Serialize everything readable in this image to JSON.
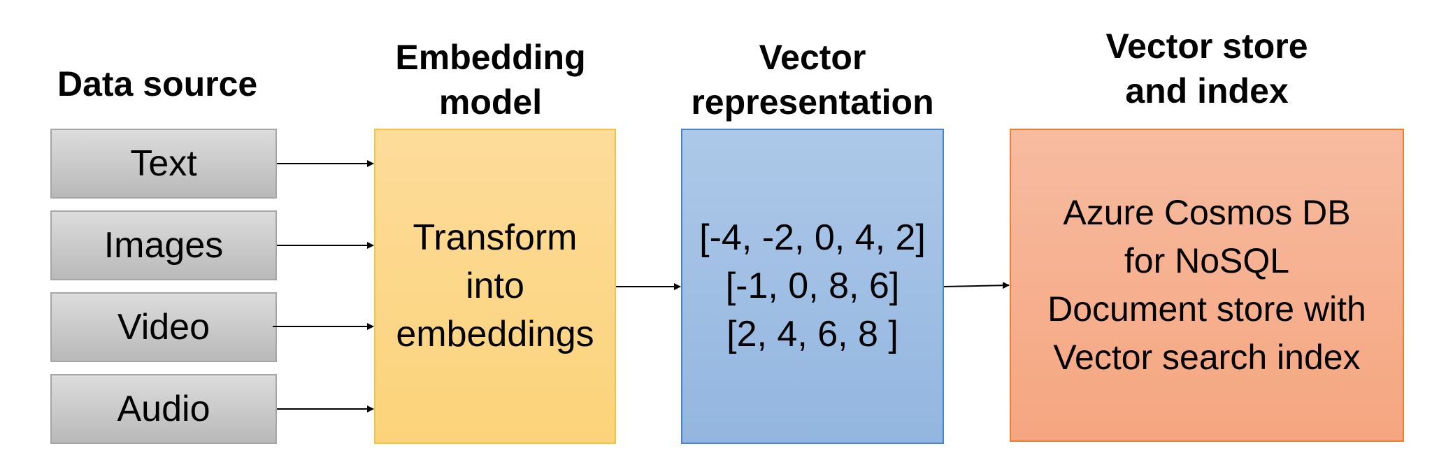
{
  "headings": {
    "data_source": "Data source",
    "embedding_model": [
      "Embedding",
      "model"
    ],
    "vector_representation": [
      "Vector",
      "representation"
    ],
    "vector_store": [
      "Vector store",
      "and index"
    ]
  },
  "sources": [
    "Text",
    "Images",
    "Video",
    "Audio"
  ],
  "embedding_box": [
    "Transform",
    "into",
    "embeddings"
  ],
  "vector_box": [
    "[-4, -2, 0, 4, 2]",
    "[-1, 0, 8, 6]",
    "[2, 4, 6, 8 ]"
  ],
  "store_box": [
    "Azure Cosmos DB",
    "for NoSQL",
    "Document store with",
    "Vector search index"
  ],
  "colors": {
    "source_fill": "#c8c8c8",
    "embedding_fill": "#fcd68a",
    "embedding_border": "#f5c242",
    "vector_fill": "#a2c0e4",
    "vector_border": "#4a86c8",
    "store_fill": "#f6ad8c",
    "store_border": "#ed7d31"
  }
}
